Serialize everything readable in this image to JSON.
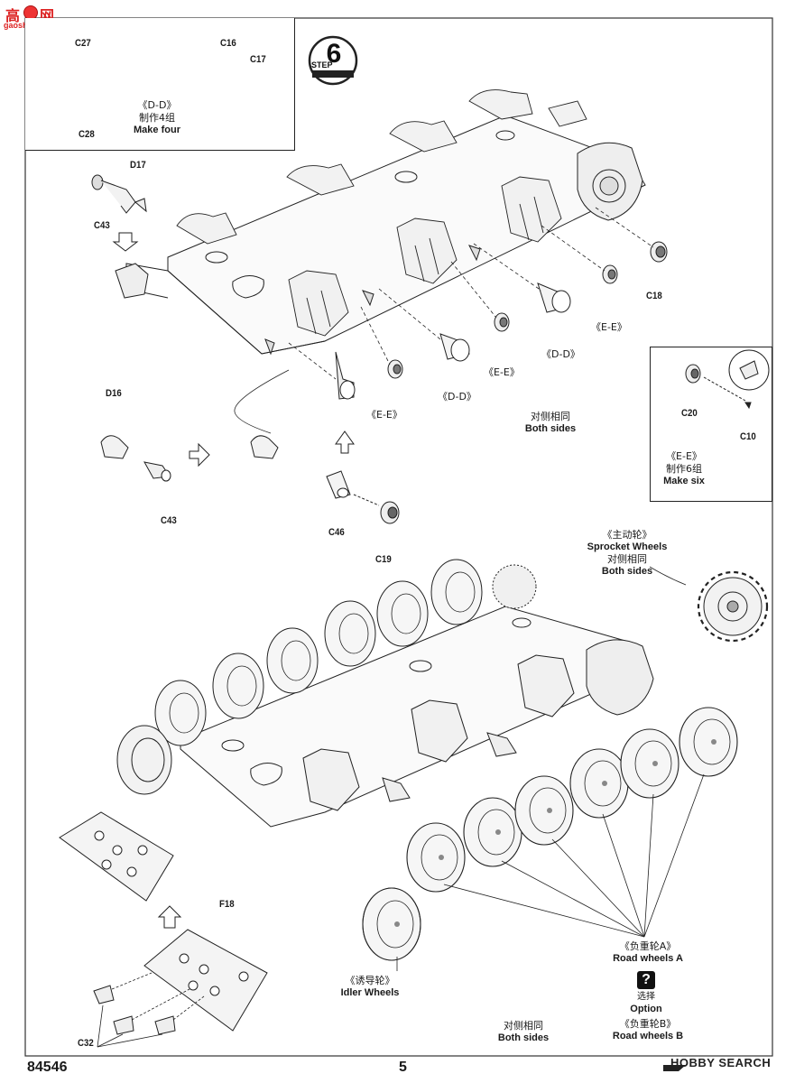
{
  "watermark": {
    "cn": "高",
    "site": "gaoshou.com",
    "logo_text": "网"
  },
  "step": {
    "word": "STEP",
    "number": "6"
  },
  "inset_dd": {
    "parts": [
      "C27",
      "C28",
      "C16",
      "C17"
    ],
    "section": "《D-D》",
    "cn": "制作4组",
    "en": "Make four"
  },
  "inset_ee": {
    "parts": [
      "C20",
      "C10"
    ],
    "section": "《E-E》",
    "cn": "制作6组",
    "en": "Make six"
  },
  "upper_parts": {
    "d17": "D17",
    "c43_top": "C43",
    "d16": "D16",
    "c43_mid": "C43",
    "c46": "C46",
    "c19": "C19",
    "c18": "C18"
  },
  "upper_refs": [
    "《E-E》",
    "《D-D》",
    "《E-E》",
    "《D-D》",
    "《E-E》"
  ],
  "both_sides_upper": {
    "cn": "对侧相同",
    "en": "Both sides"
  },
  "sprocket": {
    "section": "《主动轮》",
    "en": "Sprocket Wheels",
    "cn": "对侧相同",
    "en2": "Both sides"
  },
  "idler": {
    "section": "《诱导轮》",
    "en": "Idler Wheels"
  },
  "road_a": {
    "section": "《负重轮A》",
    "en": "Road wheels A"
  },
  "option": {
    "icon": "?",
    "cn": "选择",
    "en": "Option"
  },
  "road_b": {
    "section": "《负重轮B》",
    "en": "Road wheels B"
  },
  "both_sides_lower": {
    "cn": "对侧相同",
    "en": "Both sides"
  },
  "lower_parts": {
    "f18": "F18",
    "c32": "C32"
  },
  "footer": {
    "code": "84546",
    "page": "5",
    "brand": "HOBBY SEARCH"
  }
}
